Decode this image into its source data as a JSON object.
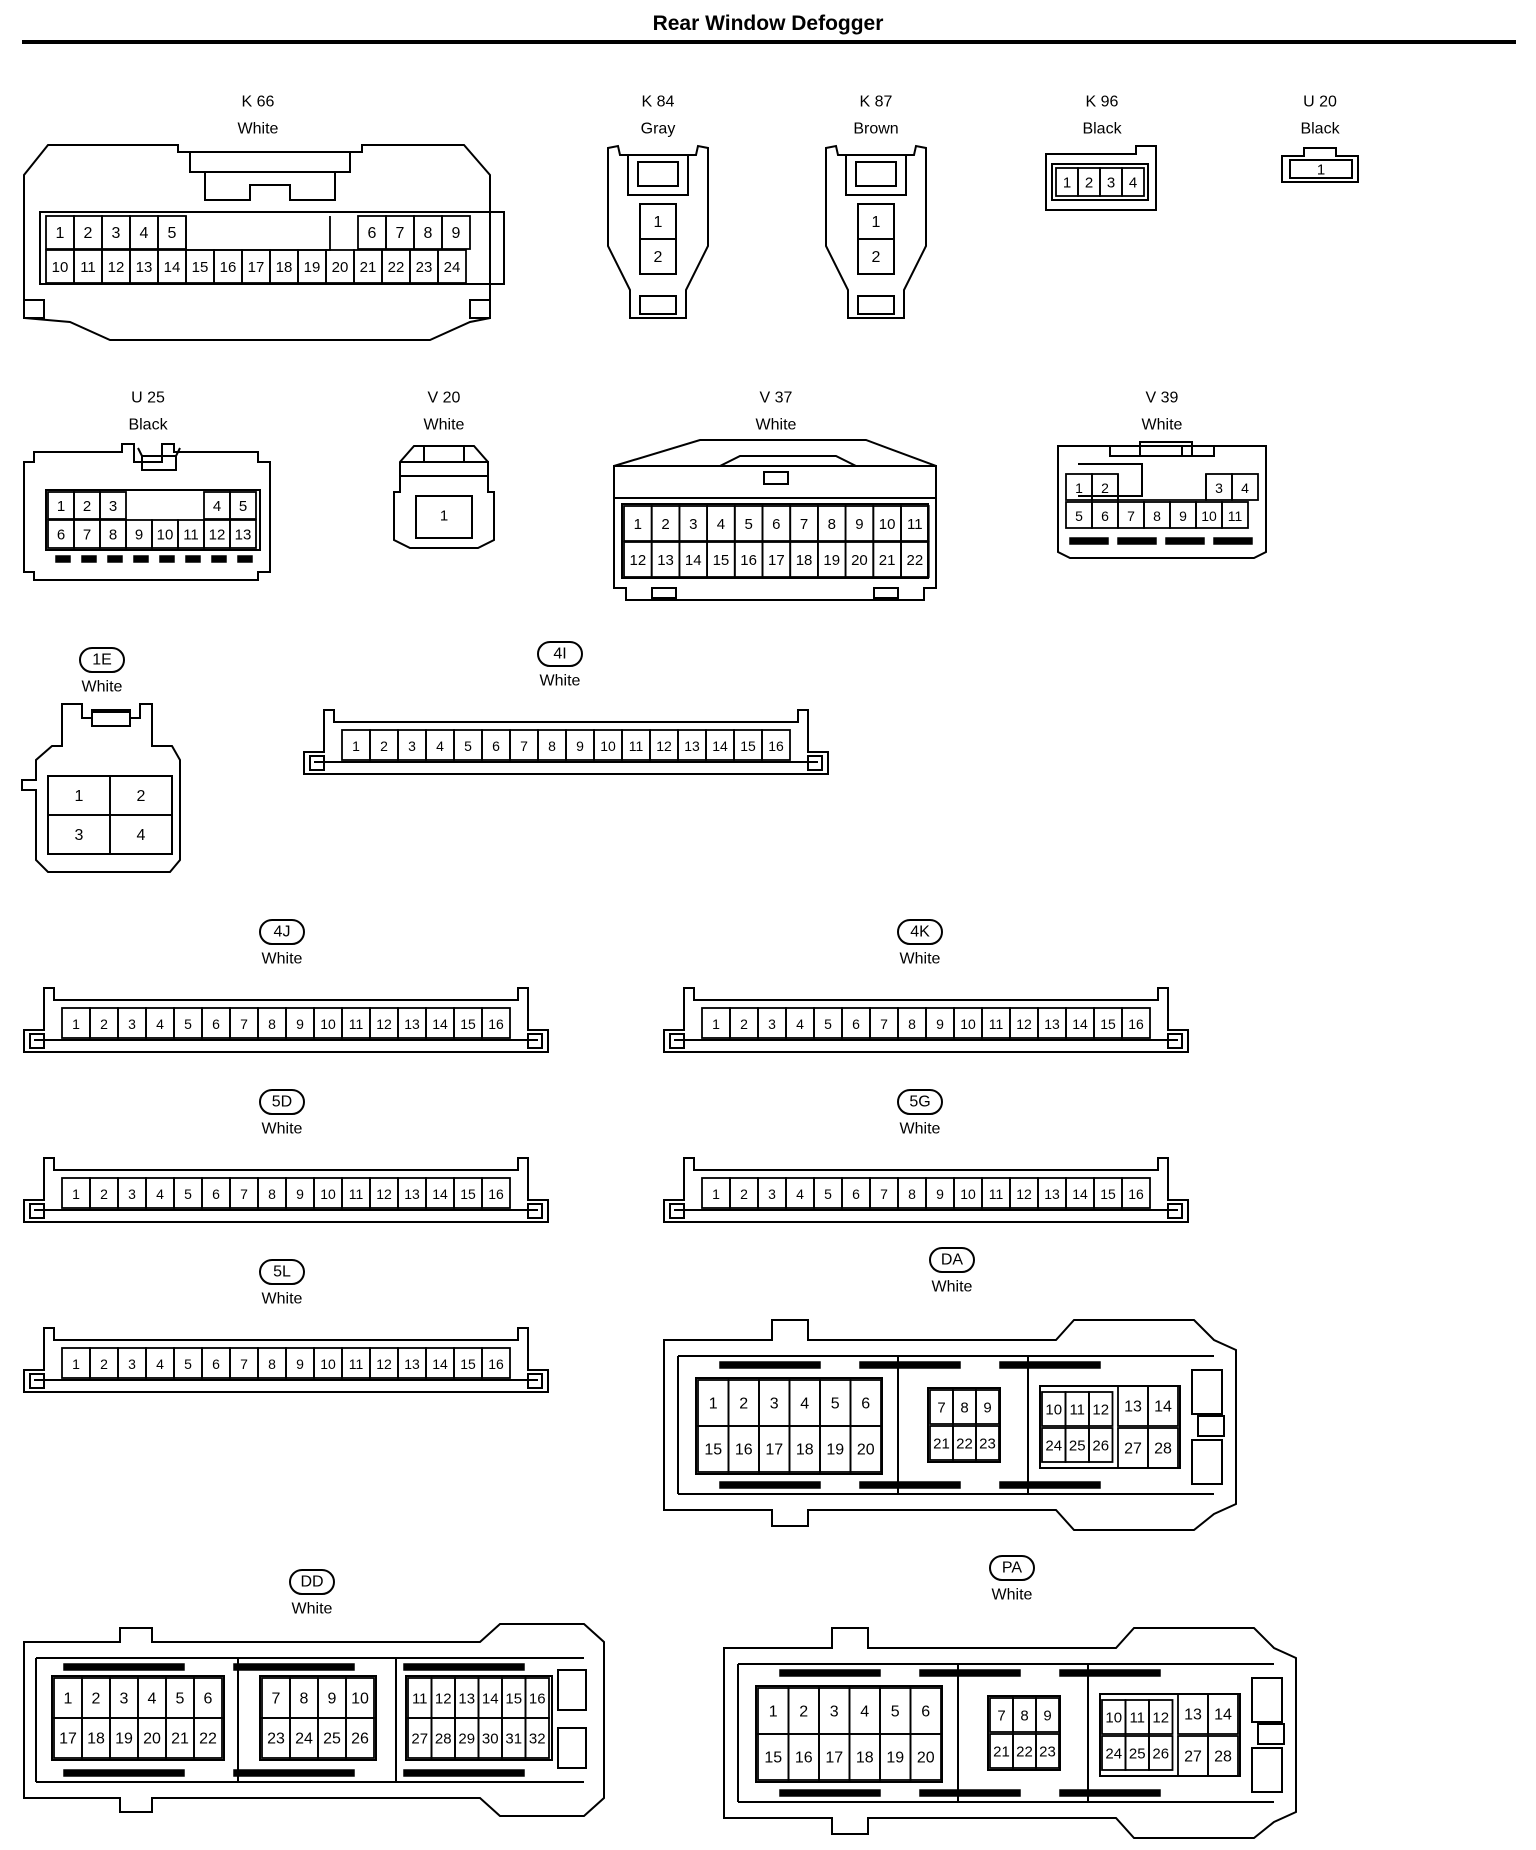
{
  "title": "Rear Window Defogger",
  "colors": {
    "ink": "#000000",
    "paper": "#ffffff"
  },
  "connectors": [
    {
      "id": "K 66",
      "color": "White",
      "badge": false
    },
    {
      "id": "K 84",
      "color": "Gray",
      "badge": false
    },
    {
      "id": "K 87",
      "color": "Brown",
      "badge": false
    },
    {
      "id": "K 96",
      "color": "Black",
      "badge": false
    },
    {
      "id": "U 20",
      "color": "Black",
      "badge": false
    },
    {
      "id": "U 25",
      "color": "Black",
      "badge": false
    },
    {
      "id": "V 20",
      "color": "White",
      "badge": false
    },
    {
      "id": "V 37",
      "color": "White",
      "badge": false
    },
    {
      "id": "V 39",
      "color": "White",
      "badge": false
    },
    {
      "id": "1E",
      "color": "White",
      "badge": true
    },
    {
      "id": "4I",
      "color": "White",
      "badge": true
    },
    {
      "id": "4J",
      "color": "White",
      "badge": true
    },
    {
      "id": "4K",
      "color": "White",
      "badge": true
    },
    {
      "id": "5D",
      "color": "White",
      "badge": true
    },
    {
      "id": "5G",
      "color": "White",
      "badge": true
    },
    {
      "id": "5L",
      "color": "White",
      "badge": true
    },
    {
      "id": "DA",
      "color": "White",
      "badge": true
    },
    {
      "id": "DD",
      "color": "White",
      "badge": true
    },
    {
      "id": "PA",
      "color": "White",
      "badge": true
    }
  ]
}
